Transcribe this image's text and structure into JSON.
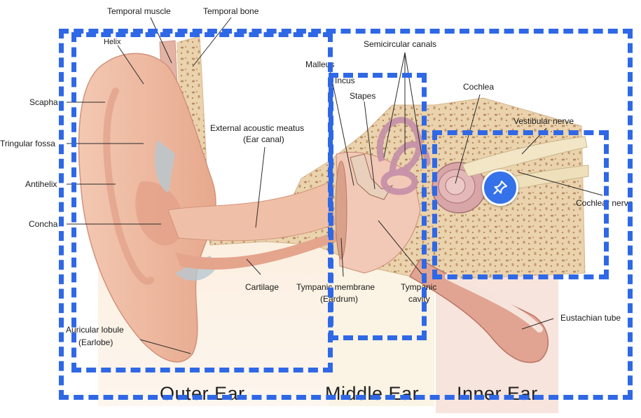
{
  "labels": {
    "temporal_muscle": "Temporal muscle",
    "temporal_bone": "Temporal bone",
    "helix": "Helix",
    "malleus": "Malleus",
    "incus": "Incus",
    "semicircular_canals": "Semicircular canals",
    "stapes": "Stapes",
    "cochlea": "Cochlea",
    "vestibular_nerve": "Vestibular nerve",
    "scapha": "Scapha",
    "triangular_fossa": "Tringular fossa",
    "antihelix": "Antihelix",
    "concha": "Concha",
    "external_acoustic_meatus": "External acoustic meatus",
    "ear_canal": "(Ear canal)",
    "cochlear_nerve": "Cochlear nerve",
    "cartilage": "Cartilage",
    "tympanic_membrane": "Tympanic membrane",
    "eardrum": "(Eardrum)",
    "tympanic": "Tympanic",
    "cavity": "cavity",
    "auricular_lobule": "Auricular lobule",
    "earlobe": "(Earlobe)",
    "eustachian_tube": "Eustachian tube"
  },
  "sections": {
    "outer": "Outer Ear",
    "middle": "Middle Ear",
    "inner": "Inner Ear"
  },
  "colors": {
    "selection_border": "#2f68e6",
    "pin_background": "#3572ea",
    "skin": "#efc1a8",
    "bone": "#e9cfa8"
  },
  "pin_icon": "pushpin-icon"
}
